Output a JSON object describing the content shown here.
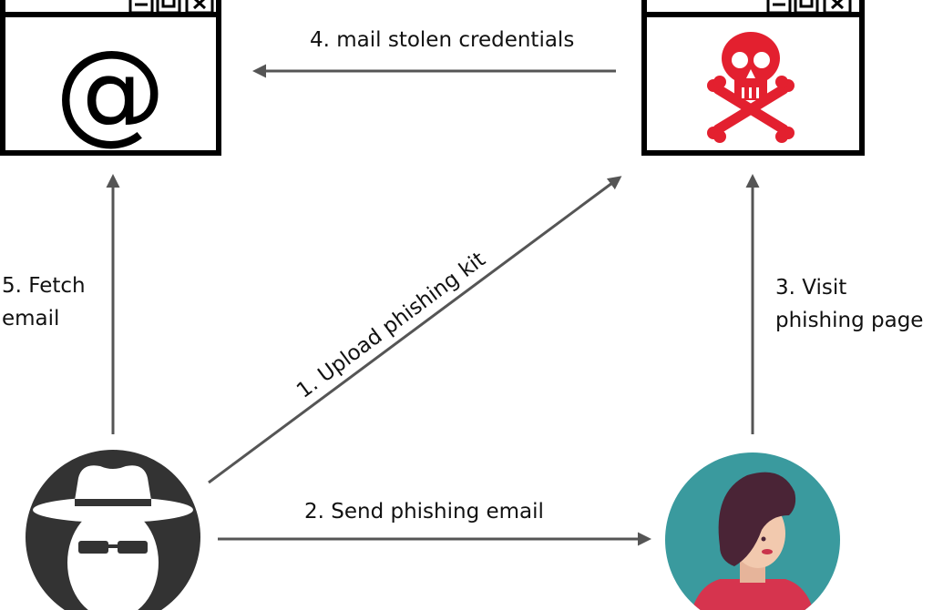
{
  "steps": {
    "step1": "1. Upload phishing kit",
    "step2": "2. Send phishing email",
    "step3_line1": "3. Visit",
    "step3_line2": "phishing page",
    "step4": "4. mail stolen credentials",
    "step5_line1": "5. Fetch",
    "step5_line2": "email"
  },
  "windows": {
    "mail_server_symbol": "@",
    "mail_server_icon": "at-sign-icon",
    "phishing_server_icon": "skull-crossbones-icon"
  },
  "actors": {
    "attacker_icon": "hacker-hat-sunglasses-icon",
    "victim_icon": "woman-avatar-icon"
  },
  "colors": {
    "arrow": "#555555",
    "window_border": "#000000",
    "skull": "#e3202f",
    "attacker_bg": "#333333",
    "victim_bg": "#3a9a9e",
    "victim_shirt": "#d6344e",
    "victim_hair": "#4a2436"
  }
}
